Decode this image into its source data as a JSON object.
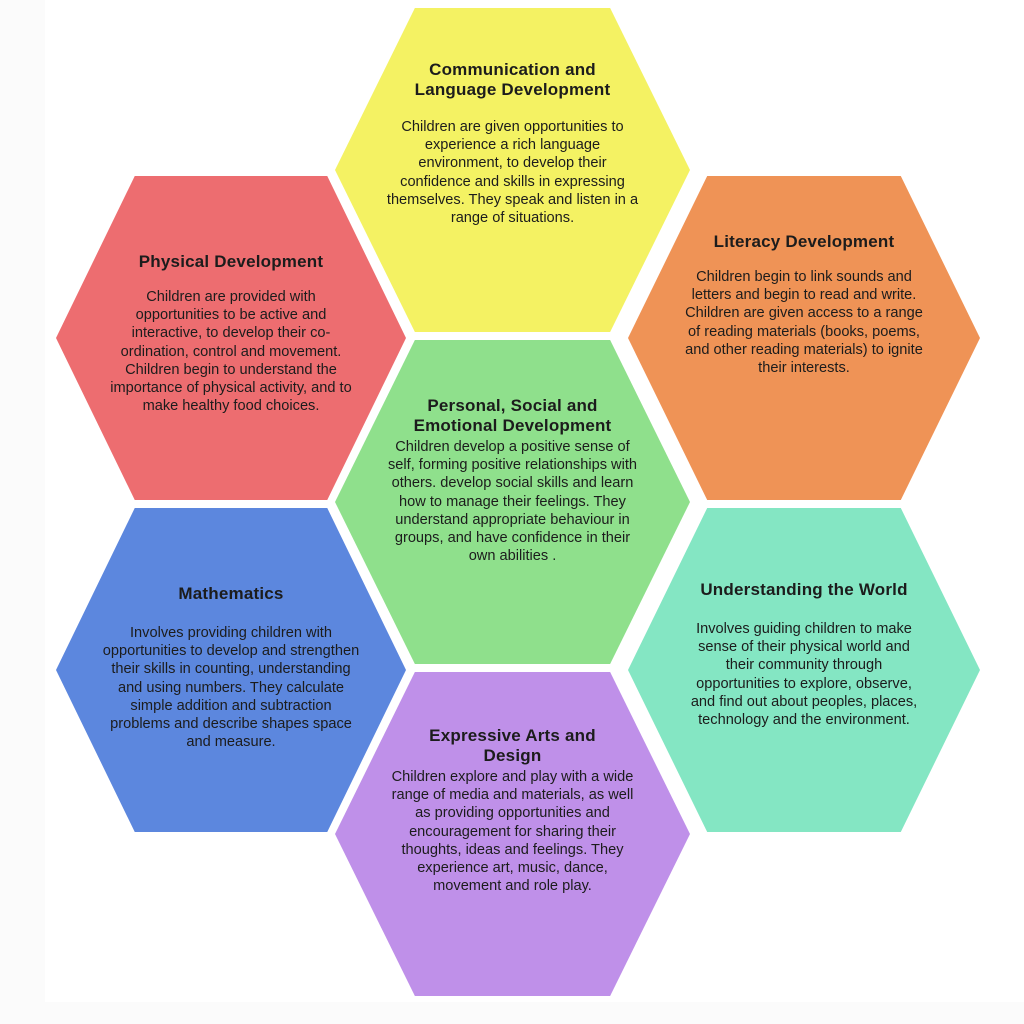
{
  "diagram": {
    "description": "Seven-hexagon honeycomb diagram of early years learning and development areas",
    "text_color": "#1c1c1c",
    "background_color": "#ffffff",
    "hexagons": [
      {
        "id": "communication-language",
        "title": "Communication and Language Development",
        "body": "Children are given opportunities to experience a rich language environment, to develop their confidence and skills in expressing themselves. They speak and listen in a range of situations.",
        "color": "#f4f263"
      },
      {
        "id": "physical-development",
        "title": "Physical Development",
        "body": "Children are provided with opportunities to be active and interactive, to develop their co-ordination, control and movement. Children begin to understand the importance of physical activity, and to make healthy food choices.",
        "color": "#ed6d70"
      },
      {
        "id": "literacy-development",
        "title": "Literacy Development",
        "body": "Children begin to link sounds and letters and begin to read and write. Children are given access to a range of reading materials (books, poems, and other reading materials) to ignite their interests.",
        "color": "#ef9356"
      },
      {
        "id": "personal-social-emotional",
        "title": "Personal, Social and Emotional Development",
        "body": "Children develop a positive sense of self, forming positive relationships with others. develop social skills and learn how to manage their feelings. They understand appropriate behaviour in groups, and have confidence in their own abilities .",
        "color": "#8fe08c"
      },
      {
        "id": "mathematics",
        "title": "Mathematics",
        "body": "Involves providing children with opportunities to develop and strengthen their skills in counting, understanding and using numbers. They calculate simple addition and subtraction problems and describe shapes space and measure.",
        "color": "#5c87de"
      },
      {
        "id": "understanding-the-world",
        "title": "Understanding the World",
        "body": "Involves guiding children to make sense of their physical world and their community through opportunities to explore, observe, and find out about peoples, places, technology and the environment.",
        "color": "#84e6c3"
      },
      {
        "id": "expressive-arts-design",
        "title": "Expressive Arts and Design",
        "body": "Children explore and play with a wide range of media and materials, as well as providing opportunities and encouragement for sharing their thoughts, ideas and feelings. They experience art, music, dance, movement and role play.",
        "color": "#bf90e9"
      }
    ]
  }
}
